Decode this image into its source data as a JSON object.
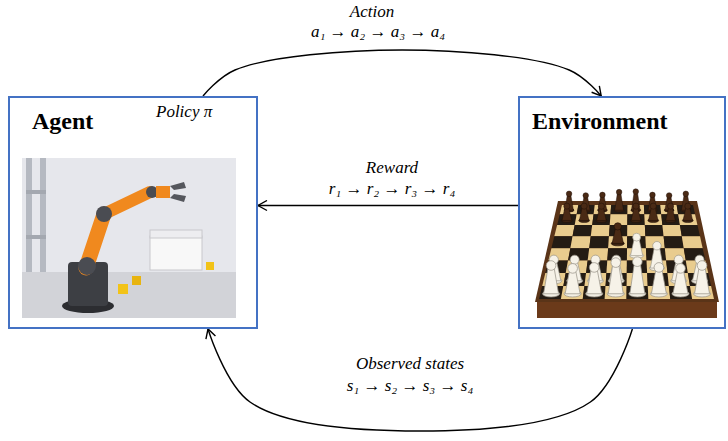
{
  "diagram": {
    "nodes": [
      {
        "text": [
          "Agent",
          "Policy π"
        ]
      },
      {
        "text": [
          "Environment"
        ]
      }
    ],
    "edges": [
      {
        "from": 0,
        "to": 1,
        "label": "Action",
        "arrow": "to"
      },
      {
        "from": 1,
        "to": 0,
        "label": "Reward",
        "arrow": "to"
      },
      {
        "from": 1,
        "to": 0,
        "label": "Observed states",
        "arrow": "to"
      }
    ],
    "labels": [
      "a₁ → a₂ → a₃ → a₄",
      "r₁ → r₂ → r₃ → r₄",
      "s₁ → s₂ → s₃ → s₄"
    ]
  }
}
